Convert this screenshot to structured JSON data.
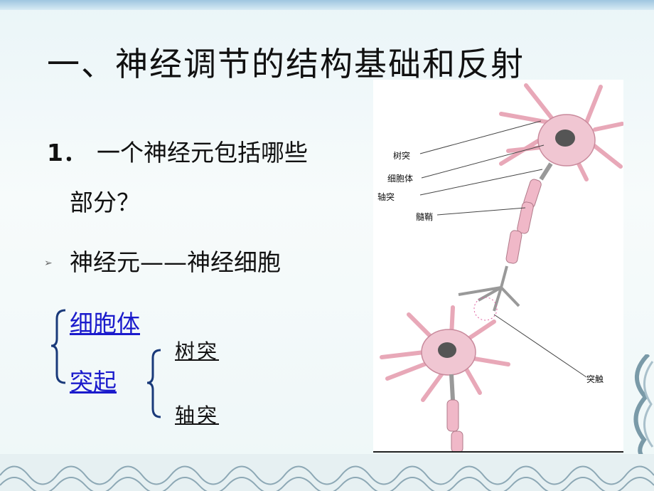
{
  "slide": {
    "title": "一、神经调节的结构基础和反射",
    "question_num": "1．",
    "question_line1": "一个神经元包括哪些",
    "question_line2": "部分？",
    "bullet_icon": "arrow-bullet-icon",
    "neuron_def": "神经元——神经细胞",
    "cell_body_link": "细胞体",
    "process_link": "突起",
    "dendrite": "树突",
    "axon": "轴突"
  },
  "figure": {
    "labels": {
      "dendrite": "树突",
      "cell_body": "细胞体",
      "axon": "轴突",
      "myelin": "髓鞘",
      "synapse": "突触"
    }
  },
  "colors": {
    "link": "#1b1bcc",
    "neuron_pink": "#e8a8b8",
    "background": "#eef7f8"
  }
}
